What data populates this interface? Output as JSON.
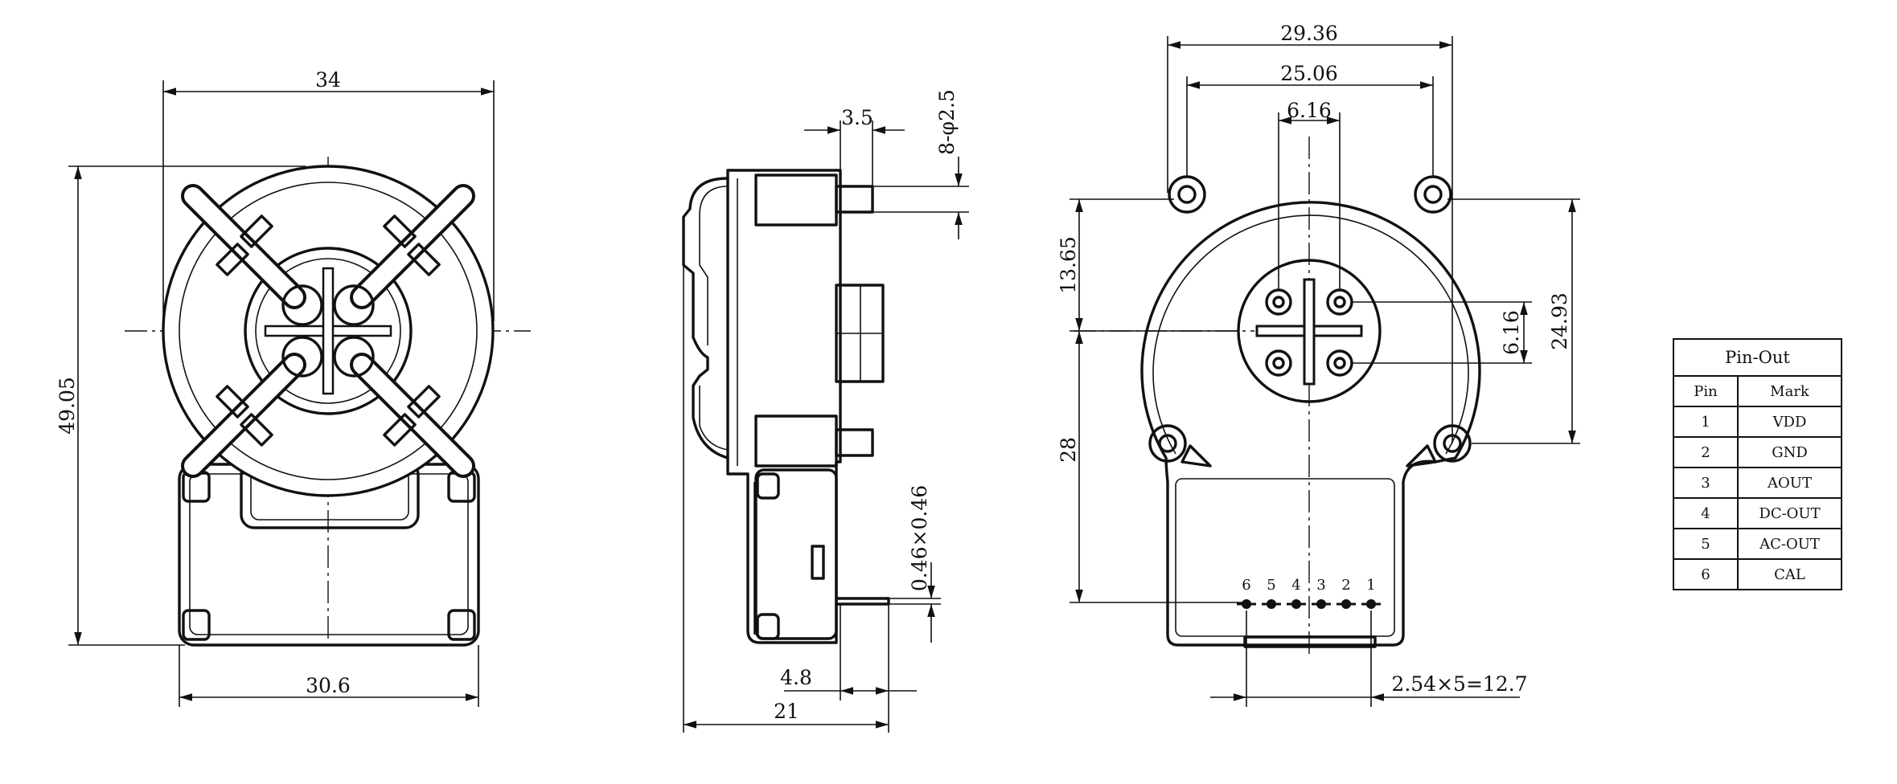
{
  "front_view": {
    "dim_width_top": "34",
    "dim_height": "49.05",
    "dim_width_bottom": "30.6"
  },
  "side_view": {
    "dim_pin_offset": "3.5",
    "dim_hole": "8-φ2.5",
    "dim_pin_section": "0.46×0.46",
    "dim_pin_length": "4.8",
    "dim_depth": "21"
  },
  "rear_view": {
    "dim_outer_holes": "29.36",
    "dim_inner_holes": "25.06",
    "dim_center_holes": "6.16",
    "dim_upper_height": "13.65",
    "dim_lower_height": "28",
    "dim_center_holes_vertical": "6.16",
    "dim_hole_span": "24.93",
    "dim_pin_pitch": "2.54×5=12.7",
    "pin_labels": [
      "6",
      "5",
      "4",
      "3",
      "2",
      "1"
    ]
  },
  "pinout_table": {
    "title": "Pin-Out",
    "headers": [
      "Pin",
      "Mark"
    ],
    "rows": [
      {
        "pin": "1",
        "mark": "VDD"
      },
      {
        "pin": "2",
        "mark": "GND"
      },
      {
        "pin": "3",
        "mark": "AOUT"
      },
      {
        "pin": "4",
        "mark": "DC-OUT"
      },
      {
        "pin": "5",
        "mark": "AC-OUT"
      },
      {
        "pin": "6",
        "mark": "CAL"
      }
    ]
  }
}
